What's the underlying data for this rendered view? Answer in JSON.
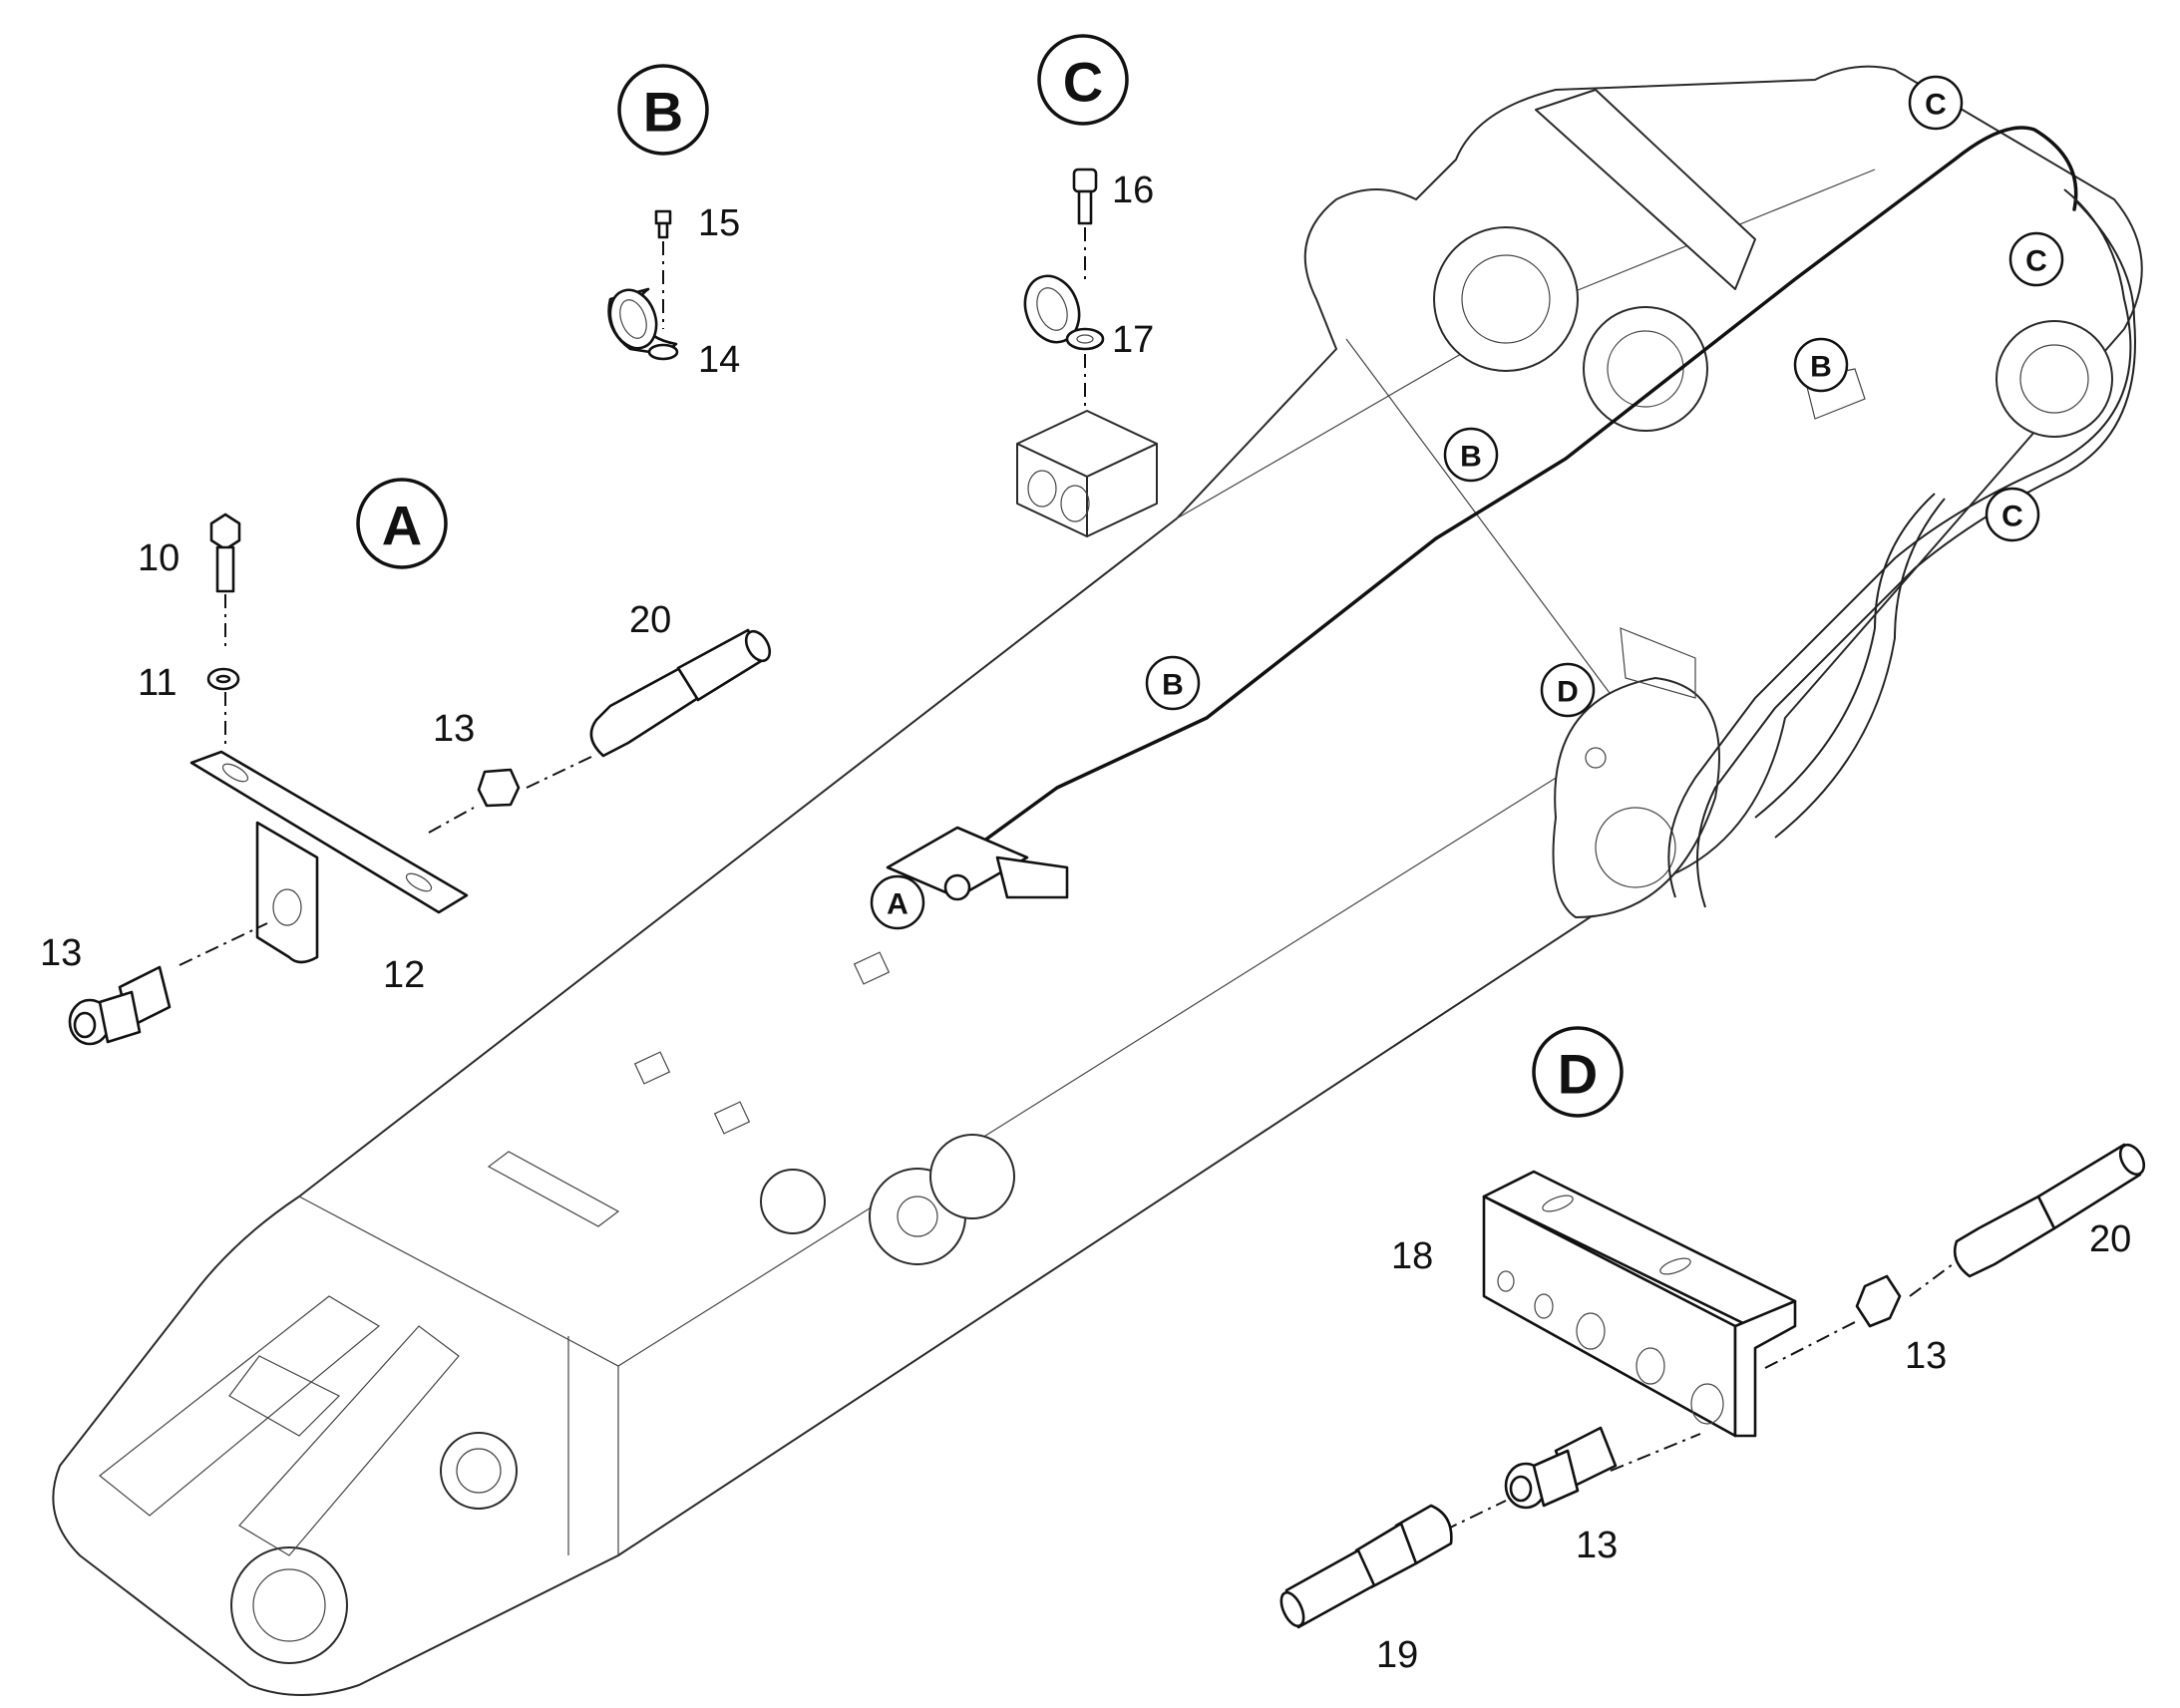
{
  "detail_markers": [
    {
      "id": "A",
      "label": "A"
    },
    {
      "id": "B",
      "label": "B"
    },
    {
      "id": "C",
      "label": "C"
    },
    {
      "id": "D",
      "label": "D"
    }
  ],
  "boom_callouts": [
    "C",
    "C",
    "B",
    "B",
    "B",
    "C",
    "D",
    "A"
  ],
  "part_numbers": {
    "p10": "10",
    "p11": "11",
    "p12": "12",
    "p13_a_nut": "13",
    "p13_a_fitting": "13",
    "p20_a": "20",
    "p14": "14",
    "p15": "15",
    "p16": "16",
    "p17": "17",
    "p18": "18",
    "p13_d_nut": "13",
    "p13_d_fitting": "13",
    "p20_d": "20",
    "p19": "19"
  }
}
